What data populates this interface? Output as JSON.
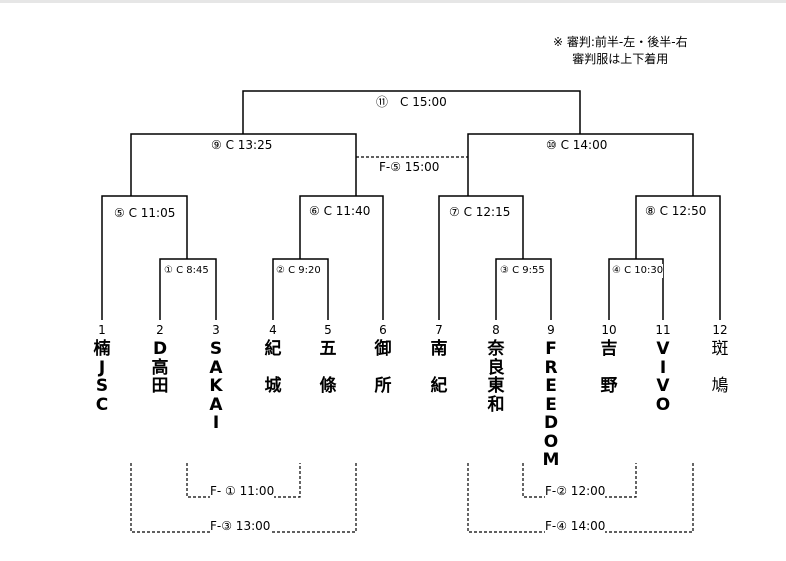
{
  "note": {
    "line1": "※ 審判:前半-左・後半-右",
    "line2": "審判服は上下着用"
  },
  "matches": {
    "m11": "⑪　C 15:00",
    "m9": "⑨ C 13:25",
    "m10": "⑩ C 14:00",
    "f5": "F-⑤ 15:00",
    "m5": "⑤ C 11:05",
    "m6": "⑥ C 11:40",
    "m7": "⑦ C 12:15",
    "m8": "⑧ C 12:50",
    "m1": "① C 8:45",
    "m2": "② C 9:20",
    "m3": "③ C 9:55",
    "m4": "④ C 10:30",
    "f1": "F- ① 11:00",
    "f2": "F-② 12:00",
    "f3": "F-③ 13:00",
    "f4": "F-④ 14:00"
  },
  "teams": [
    {
      "number": "1",
      "chars": [
        "楠",
        "J",
        "S",
        "C"
      ]
    },
    {
      "number": "2",
      "chars": [
        "D",
        "高",
        "田"
      ]
    },
    {
      "number": "3",
      "chars": [
        "S",
        "A",
        "K",
        "A",
        "I"
      ]
    },
    {
      "number": "4",
      "chars": [
        "紀",
        "",
        "城"
      ]
    },
    {
      "number": "5",
      "chars": [
        "五",
        "",
        "條"
      ]
    },
    {
      "number": "6",
      "chars": [
        "御",
        "",
        "所"
      ]
    },
    {
      "number": "7",
      "chars": [
        "南",
        "",
        "紀"
      ]
    },
    {
      "number": "8",
      "chars": [
        "奈",
        "良",
        "東",
        "和"
      ]
    },
    {
      "number": "9",
      "chars": [
        "F",
        "R",
        "E",
        "E",
        "D",
        "O",
        "M"
      ]
    },
    {
      "number": "10",
      "chars": [
        "吉",
        "",
        "野"
      ]
    },
    {
      "number": "11",
      "chars": [
        "V",
        "I",
        "V",
        "O"
      ]
    },
    {
      "number": "12",
      "chars": [
        "斑",
        "",
        "鳩"
      ]
    }
  ]
}
